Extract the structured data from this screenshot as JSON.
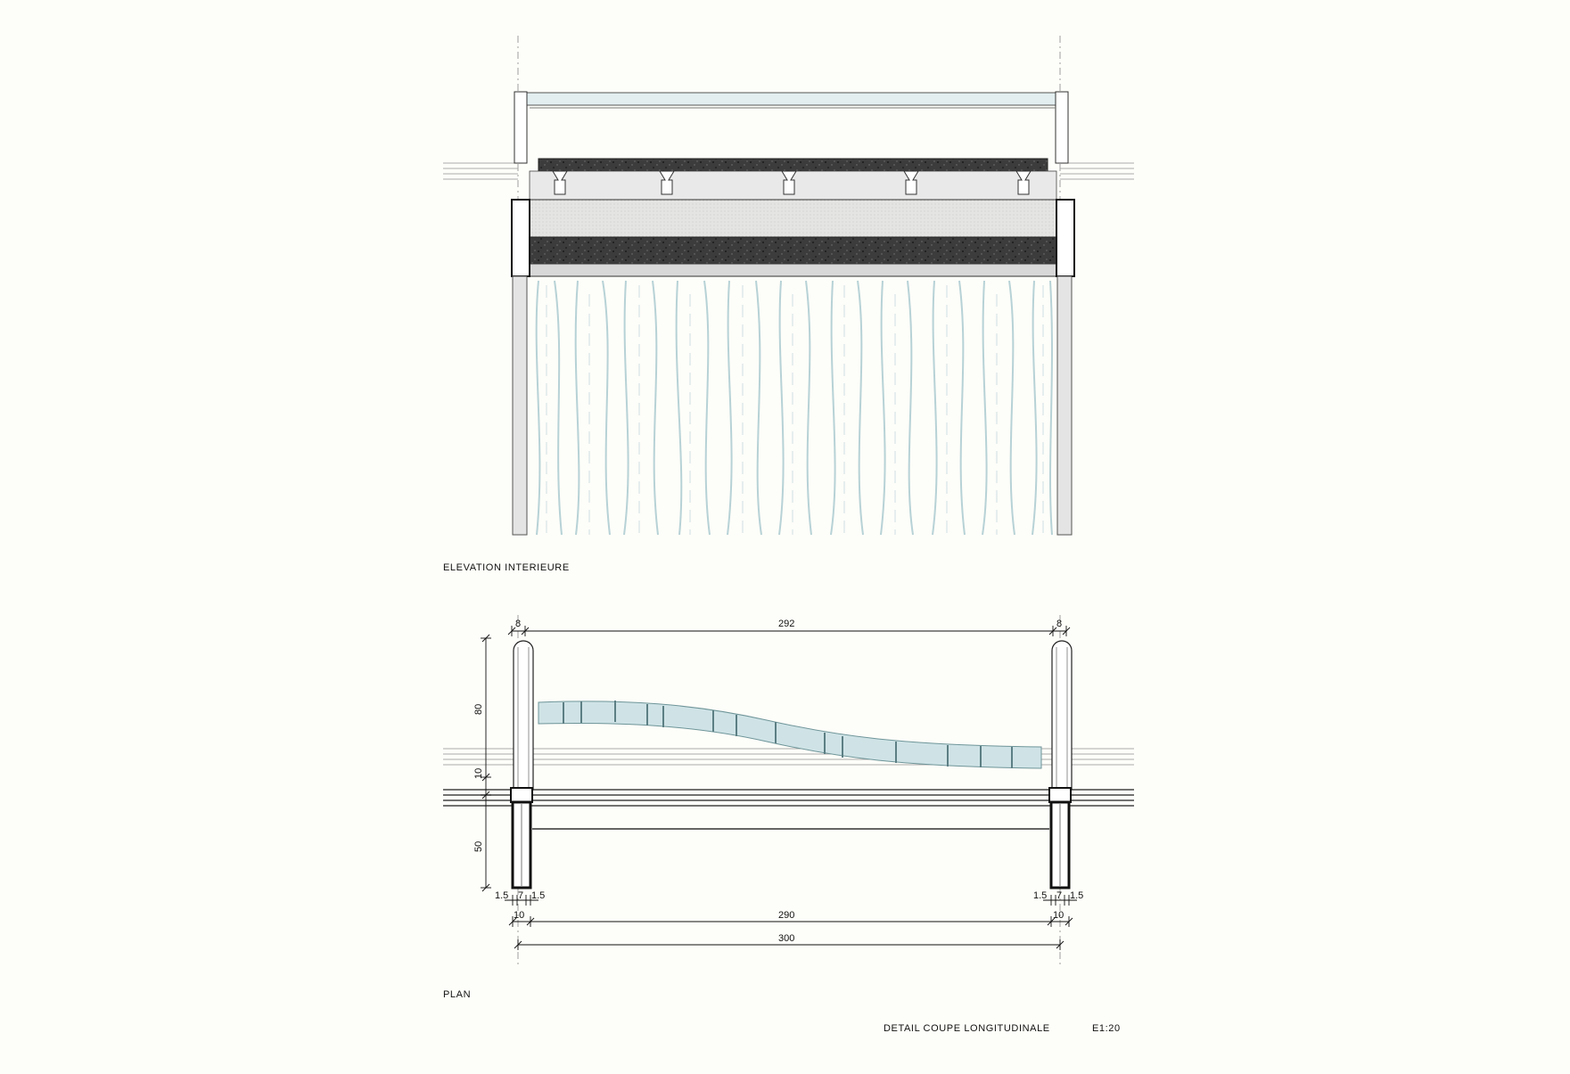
{
  "labels": {
    "elevation": "ELEVATION INTERIEURE",
    "plan": "PLAN",
    "title": "DETAIL COUPE LONGITUDINALE",
    "scale": "E1:20"
  },
  "dimensions": {
    "top_left": "8",
    "top_span": "292",
    "top_right": "8",
    "left_upper": "80",
    "left_mid": "10",
    "left_lower": "50",
    "frame_left_a": "1.5",
    "frame_left_b": "7",
    "frame_left_c": "1.5",
    "frame_right_a": "1.5",
    "frame_right_b": "7",
    "frame_right_c": "1.5",
    "bottom_left": "10",
    "bottom_span": "290",
    "bottom_right": "10",
    "overall": "300"
  },
  "colors": {
    "background": "#fdfdf9",
    "line": "#222222",
    "glass": "#cfe3e6",
    "glass_dark": "#9fc3c8",
    "concrete": "#3c3c3c",
    "screed": "#e8e8e8"
  }
}
